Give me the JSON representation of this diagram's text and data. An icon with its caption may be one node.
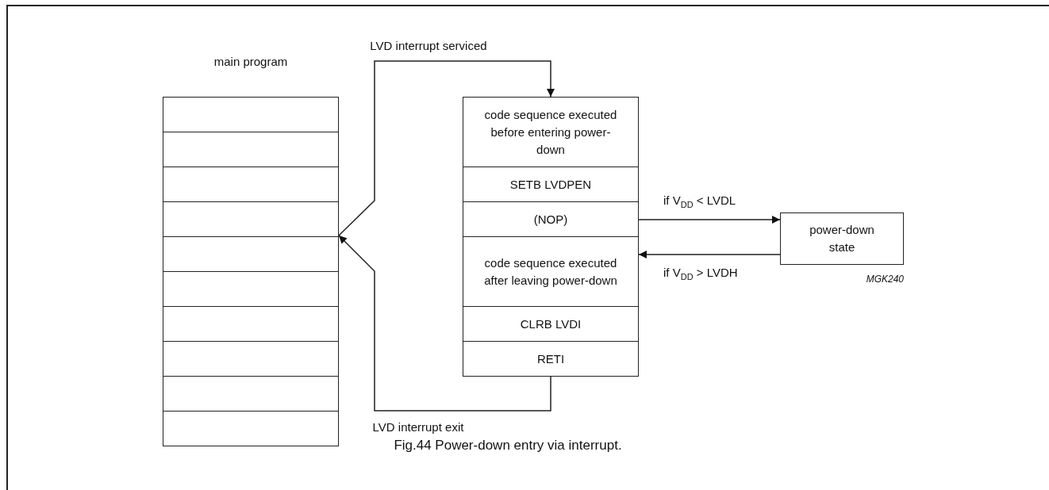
{
  "diagram": {
    "caption": "Fig.44 Power-down entry via interrupt.",
    "nodes": [
      {
        "text": [
          "main program"
        ]
      },
      {
        "text": [],
        "shape": "box",
        "in": 0
      },
      {
        "text": [],
        "shape": "box",
        "in": 0
      },
      {
        "text": [],
        "shape": "box",
        "in": 0
      },
      {
        "text": [],
        "shape": "box",
        "in": 0
      },
      {
        "text": [],
        "shape": "box",
        "in": 0
      },
      {
        "text": [],
        "shape": "box",
        "in": 0
      },
      {
        "text": [],
        "shape": "box",
        "in": 0
      },
      {
        "text": [],
        "shape": "box",
        "in": 0
      },
      {
        "text": [],
        "shape": "box",
        "in": 0
      },
      {
        "text": [],
        "shape": "box",
        "in": 0
      },
      {
        "text": [
          "code sequence executed before entering power-down"
        ]
      },
      {
        "text": [
          "SETB LVDPEN"
        ]
      },
      {
        "text": [
          "(NOP)"
        ]
      },
      {
        "text": [
          "code sequence executed after leaving power-down"
        ]
      },
      {
        "text": [
          "CLRB LVDI"
        ]
      },
      {
        "text": [
          "RETI"
        ]
      },
      {
        "text": [
          "power-down state"
        ]
      }
    ],
    "edges": [
      {
        "from": 0,
        "to": 11,
        "arrow": "to",
        "label": "LVD interrupt serviced"
      },
      {
        "from": 16,
        "to": 0,
        "arrow": "to",
        "label": "LVD interrupt exit"
      },
      {
        "from": 13,
        "to": 17,
        "arrow": "to",
        "label": "if V$_{DD}$ < LVDL"
      },
      {
        "from": 17,
        "to": 14,
        "arrow": "to",
        "label": "if V$_{DD}$ > LVDH"
      }
    ],
    "labels": [
      "MGK240"
    ]
  }
}
